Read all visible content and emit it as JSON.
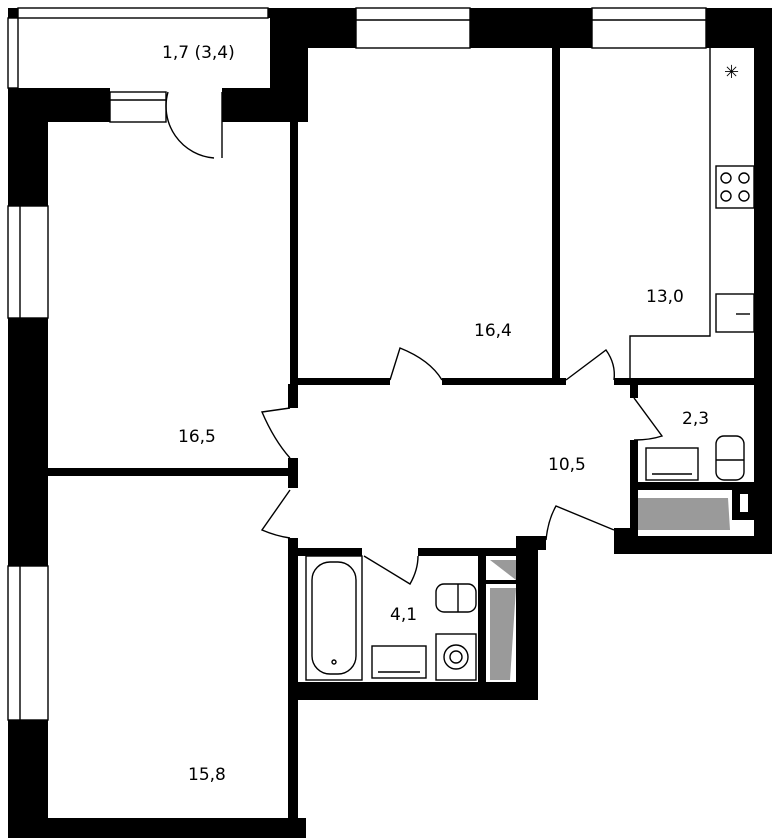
{
  "floorplan": {
    "rooms": [
      {
        "id": "balcony",
        "label": "1,7 (3,4)"
      },
      {
        "id": "bedroom-2",
        "label": "16,4"
      },
      {
        "id": "kitchen",
        "label": "13,0"
      },
      {
        "id": "bedroom-1",
        "label": "16,5"
      },
      {
        "id": "hall",
        "label": "10,5"
      },
      {
        "id": "wc",
        "label": "2,3"
      },
      {
        "id": "bathroom",
        "label": "4,1"
      },
      {
        "id": "bedroom-3",
        "label": "15,8"
      }
    ],
    "kitchen_extractor_symbol": "✳",
    "icons": [
      "window-icon",
      "door-swing-icon",
      "bathtub-icon",
      "toilet-icon",
      "sink-icon",
      "stove-icon",
      "washing-machine-icon",
      "extractor-icon"
    ]
  }
}
